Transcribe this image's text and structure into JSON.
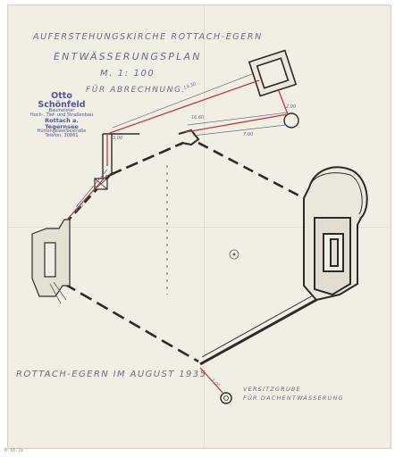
{
  "drawing": {
    "title": "AUFERSTEHUNGSKIRCHE ROTTACH-EGERN",
    "subtitle": "ENTWÄSSERUNGSPLAN",
    "scale": "M. 1: 100",
    "purpose": "FÜR ABRECHNUNG.",
    "date": "ROTTACH-EGERN IM AUGUST 1935.",
    "cesspit_line1": "VERSITZGRUBE",
    "cesspit_line2": "FÜR DACHENTWÄSSERUNG"
  },
  "stamp": {
    "name": "Otto Schönfeld",
    "title": "Baumeister",
    "trade": "Hoch-, Tief- und Straßenbau",
    "place": "Rottach a. Tegernsee",
    "street": "Hüttengewerbestraße",
    "phone": "Telefon: 30861"
  },
  "dimensions": {
    "d1": "13.30",
    "d2": "16.60",
    "d3": "7.00",
    "d4": "2.00",
    "d5": "3.00",
    "d6": "8.40",
    "d7": "2.00"
  },
  "archive_id": "B-18-2a"
}
